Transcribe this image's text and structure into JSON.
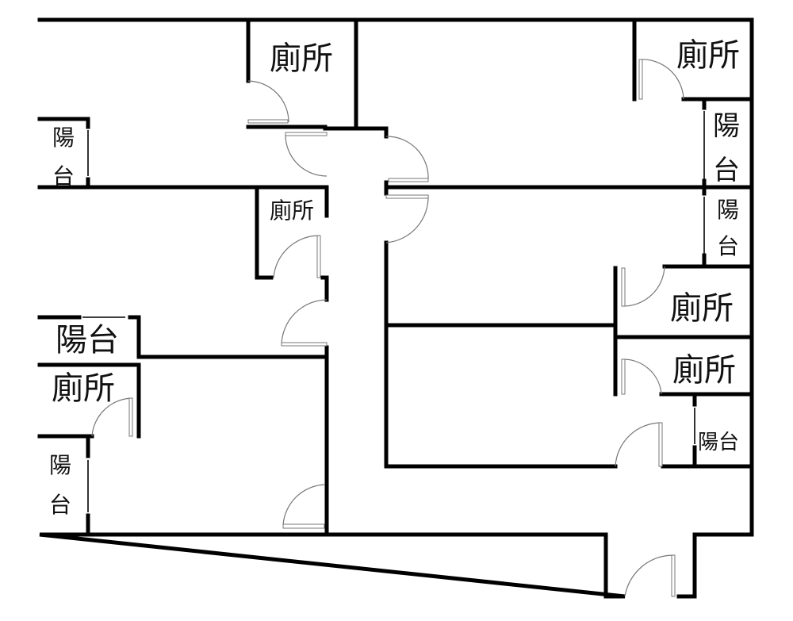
{
  "floor_plan": {
    "title": "Floor plan",
    "colors": {
      "wall": "#000000",
      "door": "#777777",
      "background": "#ffffff"
    },
    "rooms": [
      {
        "id": "toilet-top-left",
        "label": "廁所"
      },
      {
        "id": "toilet-top-right",
        "label": "廁所"
      },
      {
        "id": "toilet-mid-left",
        "label": "廁所"
      },
      {
        "id": "toilet-right-1",
        "label": "廁所"
      },
      {
        "id": "toilet-right-2",
        "label": "廁所"
      },
      {
        "id": "toilet-bottom-left",
        "label": "廁所"
      },
      {
        "id": "balcony-top-left",
        "label": "陽台",
        "chars": [
          "陽",
          "台"
        ]
      },
      {
        "id": "balcony-top-right",
        "label": "陽台",
        "chars": [
          "陽",
          "台"
        ]
      },
      {
        "id": "balcony-right-2",
        "label": "陽台",
        "chars": [
          "陽",
          "台"
        ]
      },
      {
        "id": "balcony-mid-left",
        "label": "陽台"
      },
      {
        "id": "balcony-bottom-left",
        "label": "陽台",
        "chars": [
          "陽",
          "台"
        ]
      },
      {
        "id": "balcony-bottom-right",
        "label": "陽台"
      }
    ]
  }
}
